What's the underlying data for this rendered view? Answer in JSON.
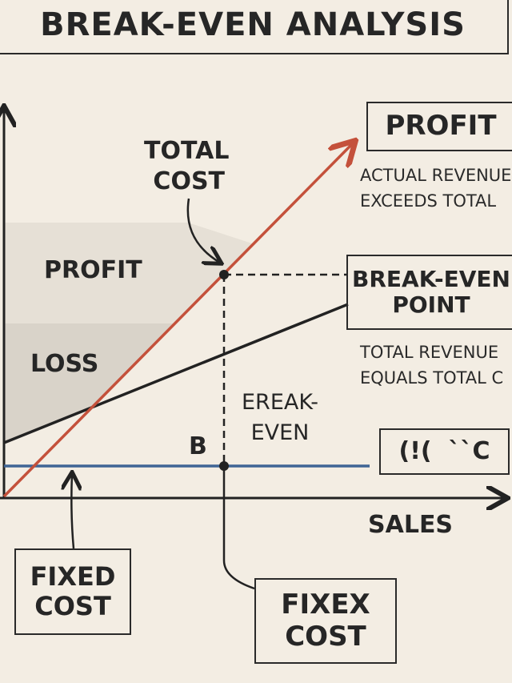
{
  "title": "BREAK-EVEN ANALYSIS",
  "labels": {
    "total_cost": [
      "TOTAL",
      "COST"
    ],
    "profit_region": "PROFIT",
    "loss_region": "LOSS",
    "break_even_mid": [
      "EREAK-",
      "EVEN"
    ],
    "point_b": "B",
    "sales_axis": "SALES"
  },
  "boxes": {
    "profit": "PROFIT",
    "break_even_point": [
      "BREAK-EVEN",
      "POINT"
    ],
    "garbled": "(!(  ``C",
    "fixed_cost": [
      "FIXED",
      "COST"
    ],
    "fixex_cost": [
      "FIXEX",
      "COST"
    ]
  },
  "notes": {
    "profit": [
      "ACTUAL REVENUE",
      "EXCEEDS TOTAL"
    ],
    "break_even": [
      "TOTAL REVENUE",
      "EQUALS TOTAL C"
    ]
  },
  "colors": {
    "revenue_line": "#c4513b",
    "fixed_cost_line": "#3f6595",
    "cost_line": "#222222",
    "background": "#f3ede3"
  }
}
